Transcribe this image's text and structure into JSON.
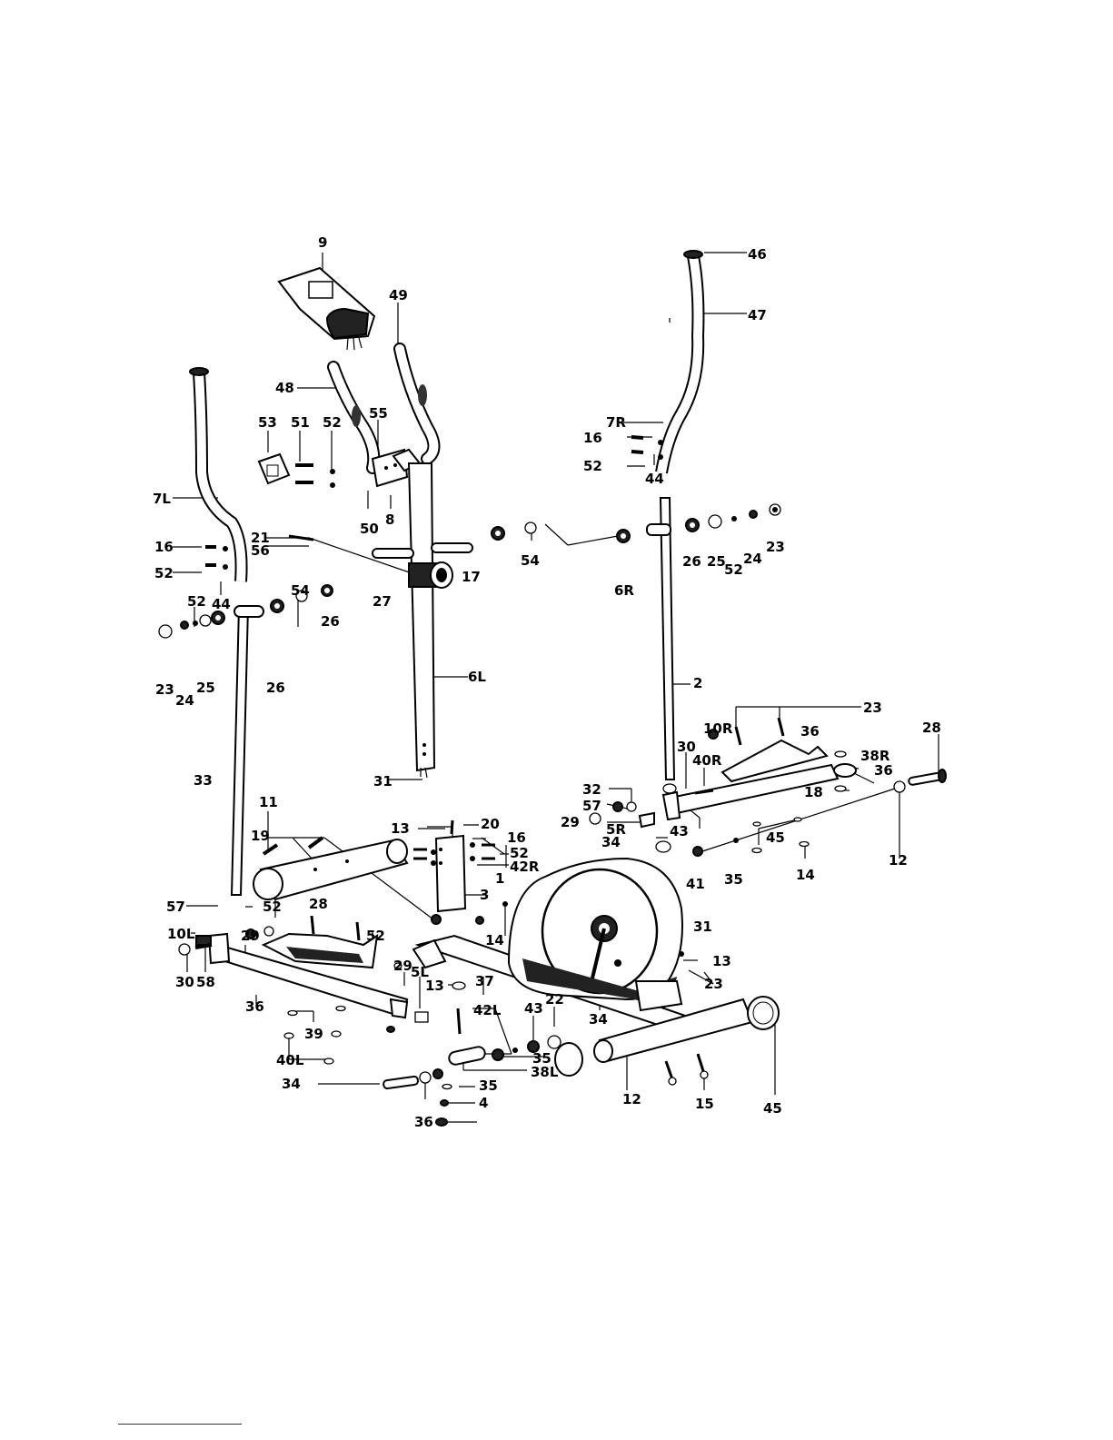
{
  "diagram": {
    "part_labels": [
      "9",
      "49",
      "46",
      "47",
      "48",
      "53",
      "51",
      "52",
      "55",
      "7R",
      "16",
      "52",
      "44",
      "7L",
      "16",
      "52",
      "44",
      "50",
      "8",
      "21",
      "56",
      "54",
      "26",
      "25",
      "52",
      "24",
      "23",
      "17",
      "27",
      "54",
      "26",
      "52",
      "23",
      "24",
      "25",
      "26",
      "6R",
      "2",
      "6L",
      "33",
      "23",
      "10R",
      "36",
      "38R",
      "28",
      "30",
      "40R",
      "36",
      "18",
      "31",
      "32",
      "57",
      "29",
      "5R",
      "43",
      "34",
      "45",
      "12",
      "11",
      "19",
      "20",
      "13",
      "16",
      "52",
      "42R",
      "41",
      "35",
      "14",
      "1",
      "3",
      "28",
      "57",
      "52",
      "14",
      "31",
      "29",
      "10L",
      "52",
      "13",
      "23",
      "30",
      "58",
      "29",
      "5L",
      "36",
      "13",
      "37",
      "42L",
      "43",
      "22",
      "34",
      "39",
      "35",
      "40L",
      "38L",
      "34",
      "35",
      "4",
      "12",
      "15",
      "45",
      "36"
    ]
  }
}
